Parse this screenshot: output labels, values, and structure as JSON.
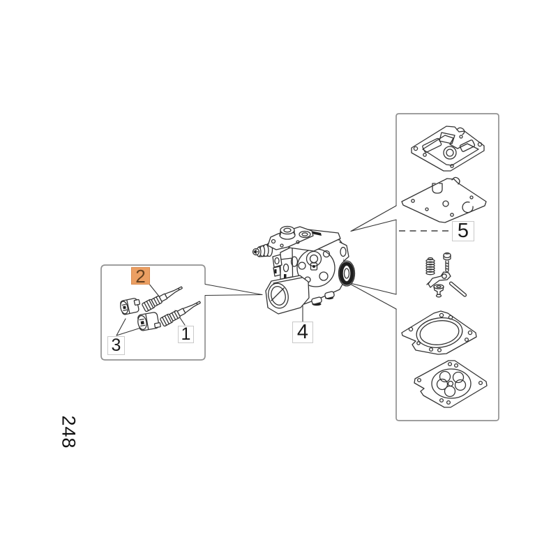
{
  "page": {
    "number": "248",
    "background": "#ffffff"
  },
  "colors": {
    "line": "#333333",
    "dark_fill": "#1f1f1f",
    "detail_box_border": "#919191",
    "label_border": "#c9c9c9",
    "label_text": "#1a1a1a",
    "highlight_bg": "#eb9f63",
    "highlight_border": "#d98a4d",
    "highlight_text": "#64401f",
    "dashed_leader": "#5a5a5a"
  },
  "callouts": {
    "part1": {
      "label": "1",
      "highlighted": false
    },
    "part2": {
      "label": "2",
      "highlighted": true
    },
    "part3": {
      "label": "3",
      "highlighted": false
    },
    "part4": {
      "label": "4",
      "highlighted": false
    },
    "part5": {
      "label": "5",
      "highlighted": false
    }
  },
  "parts": [
    {
      "ref": "1",
      "name": "adjustment-needle-screw"
    },
    {
      "ref": "2",
      "name": "adjustment-needle-screw-highlighted"
    },
    {
      "ref": "3",
      "name": "limiter-caps"
    },
    {
      "ref": "4",
      "name": "carburetor"
    },
    {
      "ref": "5",
      "name": "gasket-and-diaphragm-kit"
    }
  ]
}
